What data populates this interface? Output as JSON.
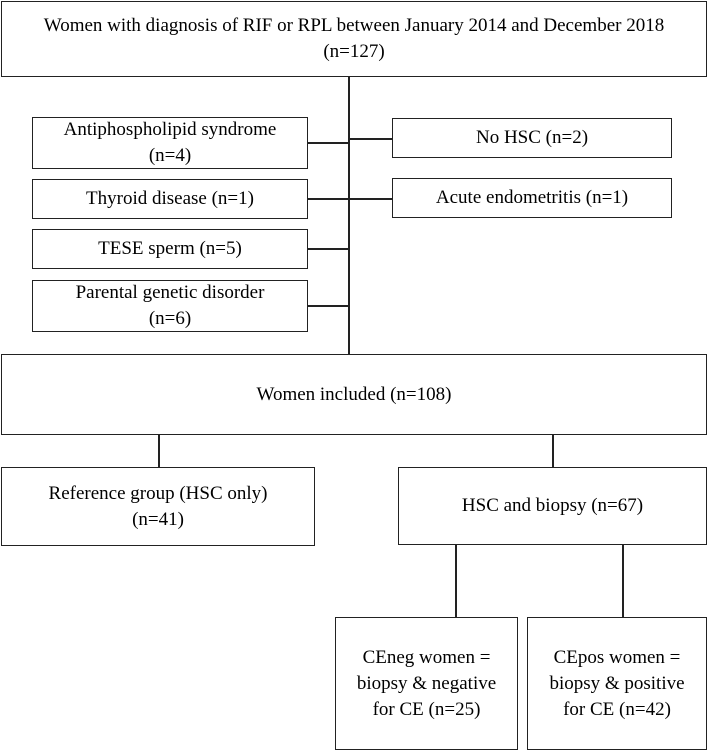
{
  "boxes": {
    "top": "Women with diagnosis of RIF or RPL between January 2014 and December 2018 (n=127)",
    "apl": "Antiphospholipid syndrome (n=4)",
    "thyroid": "Thyroid disease (n=1)",
    "tese": "TESE sperm (n=5)",
    "parental": "Parental genetic disorder (n=6)",
    "no_hsc": "No HSC (n=2)",
    "endometritis": "Acute endometritis (n=1)",
    "included": "Women included (n=108)",
    "reference": "Reference group (HSC only) (n=41)",
    "hsc_biopsy": "HSC and biopsy (n=67)",
    "ceneg": "CEneg women = biopsy & negative for CE (n=25)",
    "cepos": "CEpos women = biopsy & positive for CE (n=42)"
  }
}
